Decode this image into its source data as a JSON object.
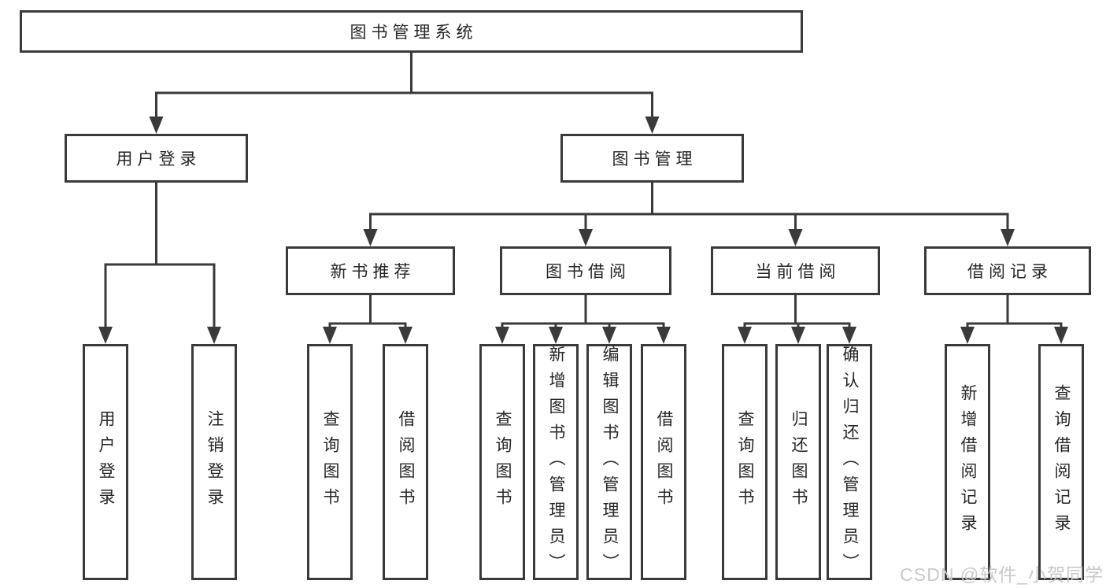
{
  "colors": {
    "line": "#3a3a3a",
    "text": "#262626",
    "watermark": "#c9c9c9",
    "background": "#ffffff"
  },
  "watermark_text": "CSDN @软件_小贺同学",
  "nodes": {
    "root": {
      "label": "图书管理系统"
    },
    "level2": [
      {
        "label": "用户登录"
      },
      {
        "label": "图书管理"
      }
    ],
    "level3": [
      {
        "label": "新书推荐"
      },
      {
        "label": "图书借阅"
      },
      {
        "label": "当前借阅"
      },
      {
        "label": "借阅记录"
      }
    ],
    "leaves": {
      "user": [
        {
          "label": "用户登录"
        },
        {
          "label": "注销登录"
        }
      ],
      "newbook": [
        {
          "label": "查询图书"
        },
        {
          "label": "借阅图书"
        }
      ],
      "borrow": [
        {
          "label": "查询图书"
        },
        {
          "label": "新增图书（管理员）"
        },
        {
          "label": "编辑图书（管理员）"
        },
        {
          "label": "借阅图书"
        }
      ],
      "current": [
        {
          "label": "查询图书"
        },
        {
          "label": "归还图书"
        },
        {
          "label": "确认归还（管理员）"
        }
      ],
      "records": [
        {
          "label": "新增借阅记录"
        },
        {
          "label": "查询借阅记录"
        }
      ]
    }
  }
}
